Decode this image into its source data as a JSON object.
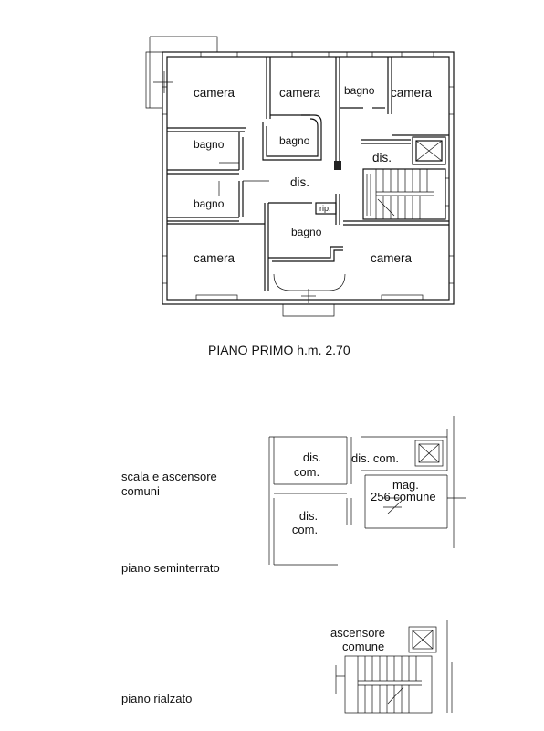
{
  "piano_primo": {
    "title": "PIANO PRIMO h.m. 2.70",
    "rooms": {
      "camera_top_left": "camera",
      "camera_top_mid": "camera",
      "bagno_top_small": "bagno",
      "camera_top_right": "camera",
      "bagno_left_1": "bagno",
      "bagno_center": "bagno",
      "dis_right": "dis.",
      "dis_center": "dis.",
      "bagno_left_2": "bagno",
      "rip": "rip.",
      "bagno_lower": "bagno",
      "camera_bottom_left": "camera",
      "camera_bottom_right": "camera"
    }
  },
  "seminterrato": {
    "caption": "piano seminterrato",
    "side_label_line1": "scala e ascensore",
    "side_label_line2": "comuni",
    "dis_com_1_line1": "dis.",
    "dis_com_1_line2": "com.",
    "dis_com_2": "dis. com.",
    "mag_line1": "mag.",
    "mag_line2": "256 comune",
    "dis_com_3_line1": "dis.",
    "dis_com_3_line2": "com."
  },
  "rialzato": {
    "caption": "piano rialzato",
    "ascensore_line1": "ascensore",
    "ascensore_line2": "comune"
  }
}
